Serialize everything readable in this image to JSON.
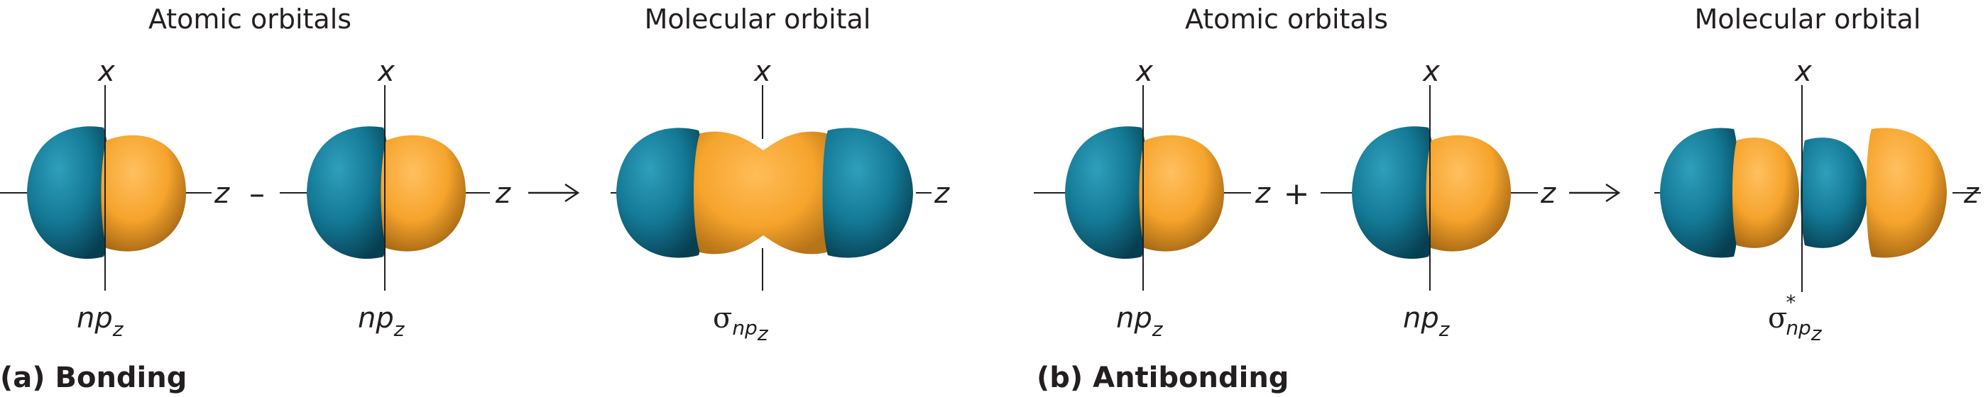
{
  "colors": {
    "teal": "#137894",
    "orange": "#f6a42c",
    "axis": "#231f20",
    "text": "#231f20"
  },
  "panel_a": {
    "caption": "(a) Bonding",
    "atomic_title": "Atomic orbitals",
    "molecular_title": "Molecular orbital",
    "axis_x": "x",
    "axis_z": "z",
    "orbital_label_base": "np",
    "orbital_label_sub": "z",
    "operator": "–",
    "arrow": "→",
    "sigma_symbol": "σ",
    "sigma_sub": "np",
    "sigma_subsub": "z"
  },
  "panel_b": {
    "caption": "(b) Antibonding",
    "atomic_title": "Atomic orbitals",
    "molecular_title": "Molecular orbital",
    "axis_x": "x",
    "axis_z": "z",
    "orbital_label_base": "np",
    "orbital_label_sub": "z",
    "operator": "+",
    "arrow": "→",
    "sigma_symbol": "σ",
    "sigma_star": "*",
    "sigma_sub": "np",
    "sigma_subsub": "z"
  }
}
